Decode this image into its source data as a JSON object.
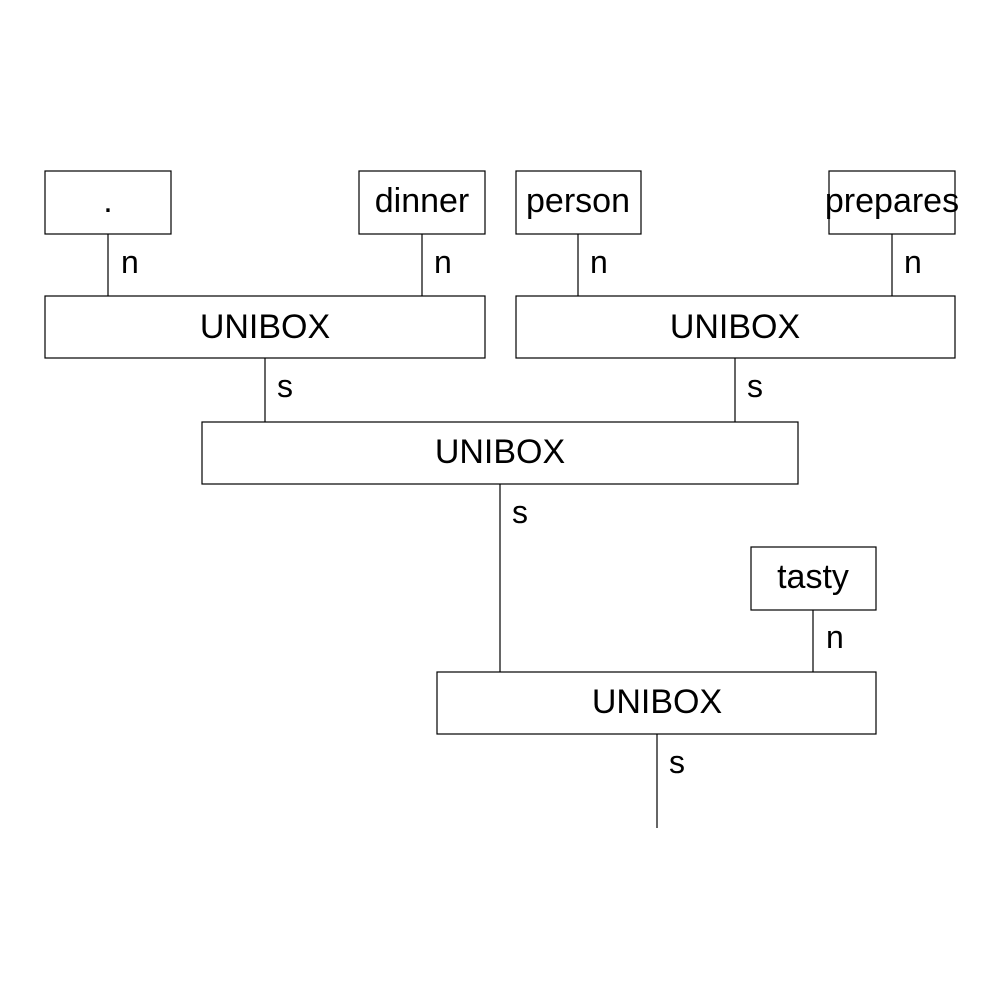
{
  "diagram": {
    "words": {
      "period": ".",
      "dinner": "dinner",
      "person": "person",
      "prepares": "prepares",
      "tasty": "tasty"
    },
    "unibox_label": "UNIBOX",
    "wire_types": {
      "noun": "n",
      "sentence": "s"
    }
  }
}
